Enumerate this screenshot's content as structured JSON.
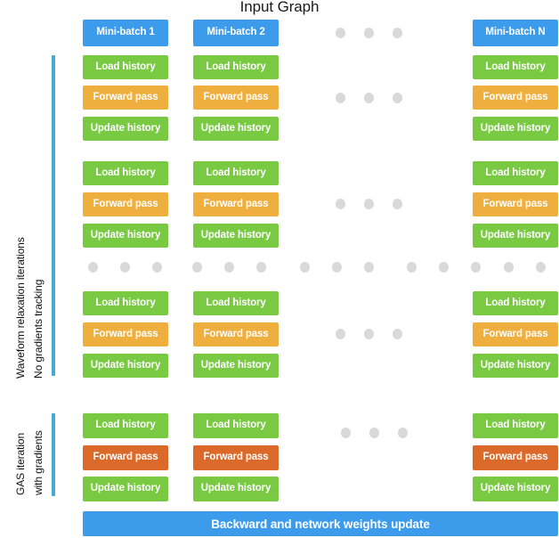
{
  "diagram": {
    "title": "Input Graph",
    "labels": {
      "load_history": "Load history",
      "forward_pass": "Forward pass",
      "update_history": "Update history",
      "backward": "Backward and network weights update"
    },
    "minibatches": [
      {
        "label": "Mini-batch 1"
      },
      {
        "label": "Mini-batch 2"
      },
      {
        "label": "Mini-batch N"
      }
    ],
    "side_labels": [
      {
        "line1": "Waveform relaxation iterations",
        "line2": "No gradients tracking"
      },
      {
        "line1": "GAS iteration",
        "line2": "with gradients"
      }
    ],
    "colors": {
      "blue": "#3d9bec",
      "green": "#79c943",
      "orange": "#efaf3f",
      "dark_orange": "#db6a2a",
      "bracket": "#48a9d2",
      "dot": "#d9d9d9",
      "text": "#ffffff"
    },
    "relaxation_blocks": [
      {
        "steps": [
          {
            "label": "Load history",
            "color": "green"
          },
          {
            "label": "Forward pass",
            "color": "orange"
          },
          {
            "label": "Update history",
            "color": "green"
          }
        ]
      },
      {
        "steps": [
          {
            "label": "Load history",
            "color": "green"
          },
          {
            "label": "Forward pass",
            "color": "orange"
          },
          {
            "label": "Update history",
            "color": "green"
          }
        ]
      },
      {
        "steps": [
          {
            "label": "Load history",
            "color": "green"
          },
          {
            "label": "Forward pass",
            "color": "orange"
          },
          {
            "label": "Update history",
            "color": "green"
          }
        ]
      }
    ],
    "gas_block": {
      "steps": [
        {
          "label": "Load history",
          "color": "green"
        },
        {
          "label": "Forward pass",
          "color": "dark_orange"
        },
        {
          "label": "Update history",
          "color": "green"
        }
      ]
    }
  }
}
